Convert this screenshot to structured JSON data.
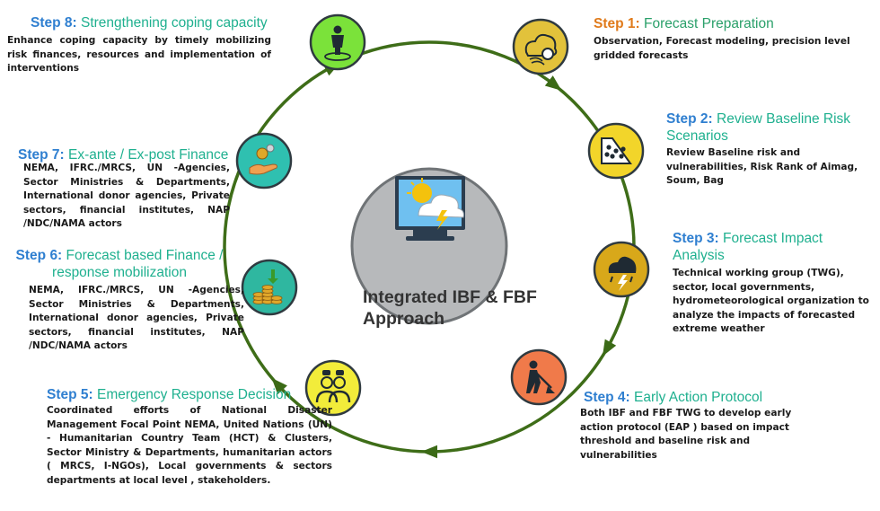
{
  "center": {
    "title_line1": "Integrated IBF & FBF",
    "title_line2": "Approach",
    "icon": "monitor-weather-icon"
  },
  "steps": [
    {
      "label": "Step 1:",
      "heading": "Forecast Preparation",
      "description": "Observation, Forecast modeling,  precision level gridded forecasts",
      "icon": "cloud-gear-icon",
      "color": "#e2c23b"
    },
    {
      "label": "Step 2:",
      "heading": "Review Baseline Risk Scenarios",
      "description": "Review Baseline risk and vulnerabilities, Risk Rank of Aimag, Soum, Bag",
      "icon": "landslide-icon",
      "color": "#f2d52a"
    },
    {
      "label": "Step 3:",
      "heading": "Forecast Impact Analysis",
      "description": "Technical working group (TWG), sector, local governments, hydrometeorological organization to analyze the impacts of forecasted extreme weather",
      "icon": "storm-cloud-icon",
      "color": "#d8a81a"
    },
    {
      "label": "Step 4:",
      "heading": "Early Action Protocol",
      "description": "Both IBF and FBF TWG to develop early action protocol (EAP ) based on impact threshold and baseline risk and vulnerabilities",
      "icon": "worker-digging-icon",
      "color": "#f07a4a"
    },
    {
      "label": "Step 5:",
      "heading": "Emergency Response Decision",
      "description": "Coordinated efforts of National Disaster Management Focal Point NEMA, United Nations (UN) - Humanitarian Country Team (HCT) & Clusters, Sector Ministry & Departments, humanitarian actors ( MRCS, I-NGOs), Local governments & sectors departments at local level , stakeholders.",
      "icon": "people-discussion-icon",
      "color": "#f2ec3a"
    },
    {
      "label": "Step 6:",
      "heading": "Forecast based Finance / response mobilization",
      "description": "NEMA, IFRC./MRCS, UN -Agencies, Sector Ministries & Departments, International donor agencies, Private sectors, financial institutes, NAP /NDC/NAMA actors",
      "icon": "coin-stacks-icon",
      "color": "#2fb7a0"
    },
    {
      "label": "Step 7:",
      "heading": "Ex-ante / Ex-post Finance",
      "description": "NEMA, IFRC./MRCS, UN -Agencies, Sector Ministries & Departments, International donor agencies, Private sectors, financial institutes, NAP /NDC/NAMA actors",
      "icon": "hand-coin-icon",
      "color": "#2fc0b0"
    },
    {
      "label": "Step 8:",
      "heading": "Strengthening coping capacity",
      "description": "Enhance coping capacity by timely mobilizing risk finances, resources and implementation of interventions",
      "icon": "person-standing-icon",
      "color": "#7be23a"
    }
  ]
}
